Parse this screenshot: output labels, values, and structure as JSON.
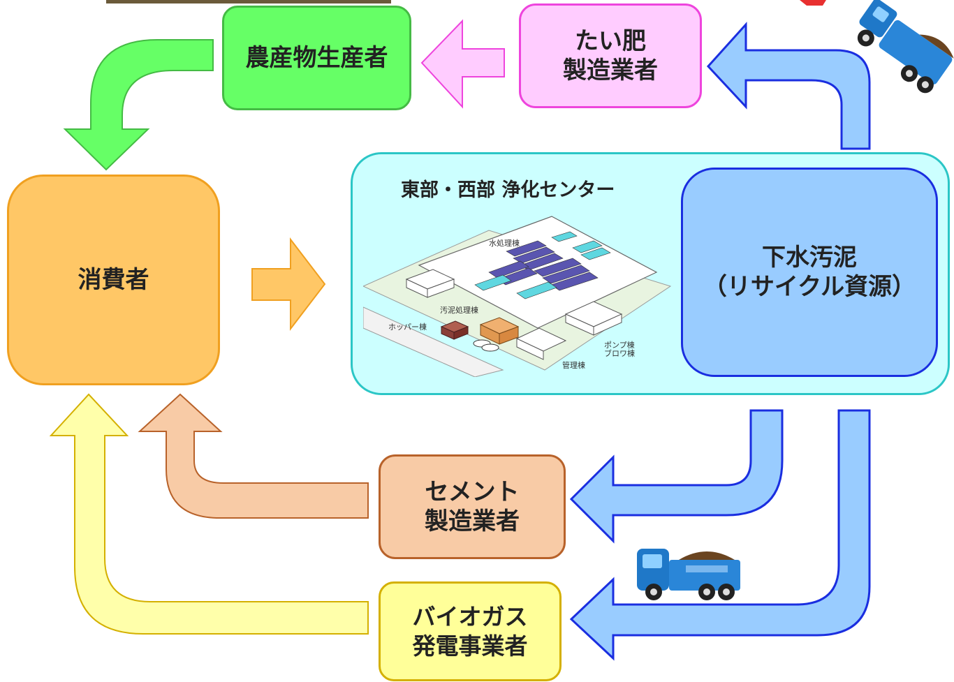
{
  "nodes": {
    "producer": {
      "lines": [
        "農産物生産者"
      ]
    },
    "compost": {
      "lines": [
        "たい肥",
        "製造業者"
      ]
    },
    "consumer": {
      "lines": [
        "消費者"
      ]
    },
    "cement": {
      "lines": [
        "セメント",
        "製造業者"
      ]
    },
    "biogas": {
      "lines": [
        "バイオガス",
        "発電事業者"
      ]
    },
    "sludge": {
      "lines": [
        "下水汚泥",
        "（リサイクル資源）"
      ]
    }
  },
  "center": {
    "title": "東部・西部 浄化センター",
    "plant_labels": {
      "water": "水処理棟",
      "sludge_building": "汚泥処理棟",
      "hopper": "ホッパー棟",
      "pump": "ポンプ棟",
      "blower": "ブロワ棟",
      "admin": "管理棟"
    }
  },
  "colors": {
    "green": "#66ff66",
    "pink": "#ffccff",
    "orange": "#ffc766",
    "salmon": "#f8cba6",
    "yellow": "#ffffaa",
    "blue": "#99ccff",
    "cyan_panel": "#ccffff",
    "truck_blue": "#1f78c8"
  },
  "icons": [
    "truck-icon",
    "arrow-icon"
  ]
}
